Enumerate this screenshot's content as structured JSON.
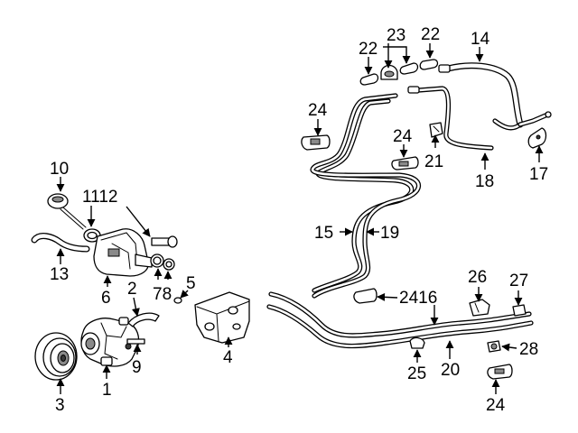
{
  "callouts": {
    "c1": "1",
    "c2": "2",
    "c3": "3",
    "c4": "4",
    "c5": "5",
    "c6": "6",
    "c78": "78",
    "c9": "9",
    "c10": "10",
    "c1112": "1112",
    "c13": "13",
    "c14": "14",
    "c15": "15",
    "c19": "19",
    "c17": "17",
    "c18": "18",
    "c21": "21",
    "c22a": "22",
    "c22b": "22",
    "c23": "23",
    "c24a": "24",
    "c24b": "24",
    "c24c": "24",
    "c2416": "2416",
    "c25": "25",
    "c20": "20",
    "c26": "26",
    "c27": "27",
    "c28": "28"
  }
}
